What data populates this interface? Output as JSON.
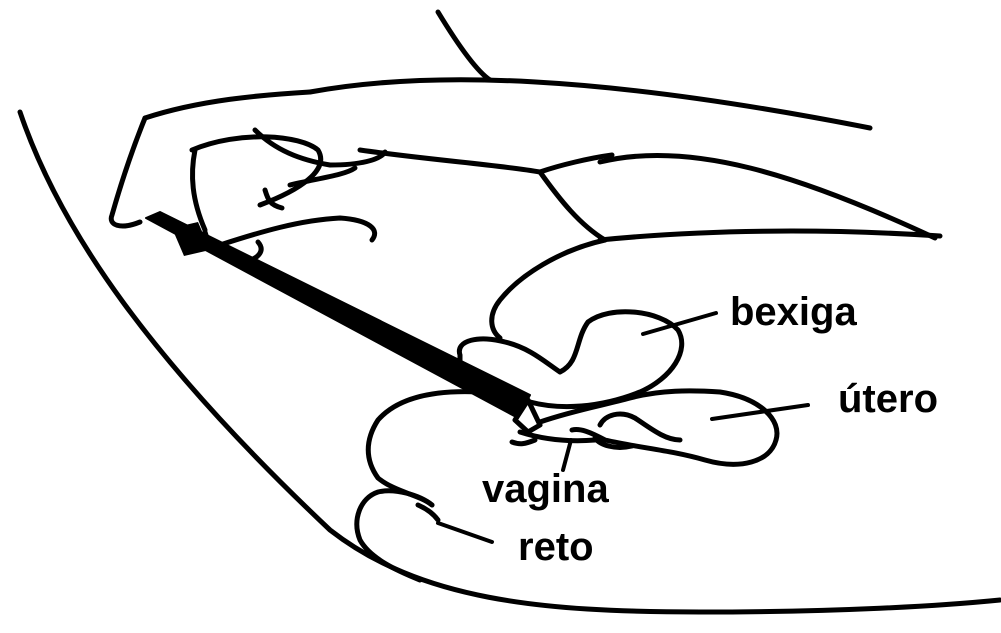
{
  "diagram": {
    "labels": {
      "bexiga": "bexiga",
      "utero": "útero",
      "vagina": "vagina",
      "reto": "reto"
    },
    "colors": {
      "line": "#000000",
      "background": "#ffffff"
    }
  }
}
